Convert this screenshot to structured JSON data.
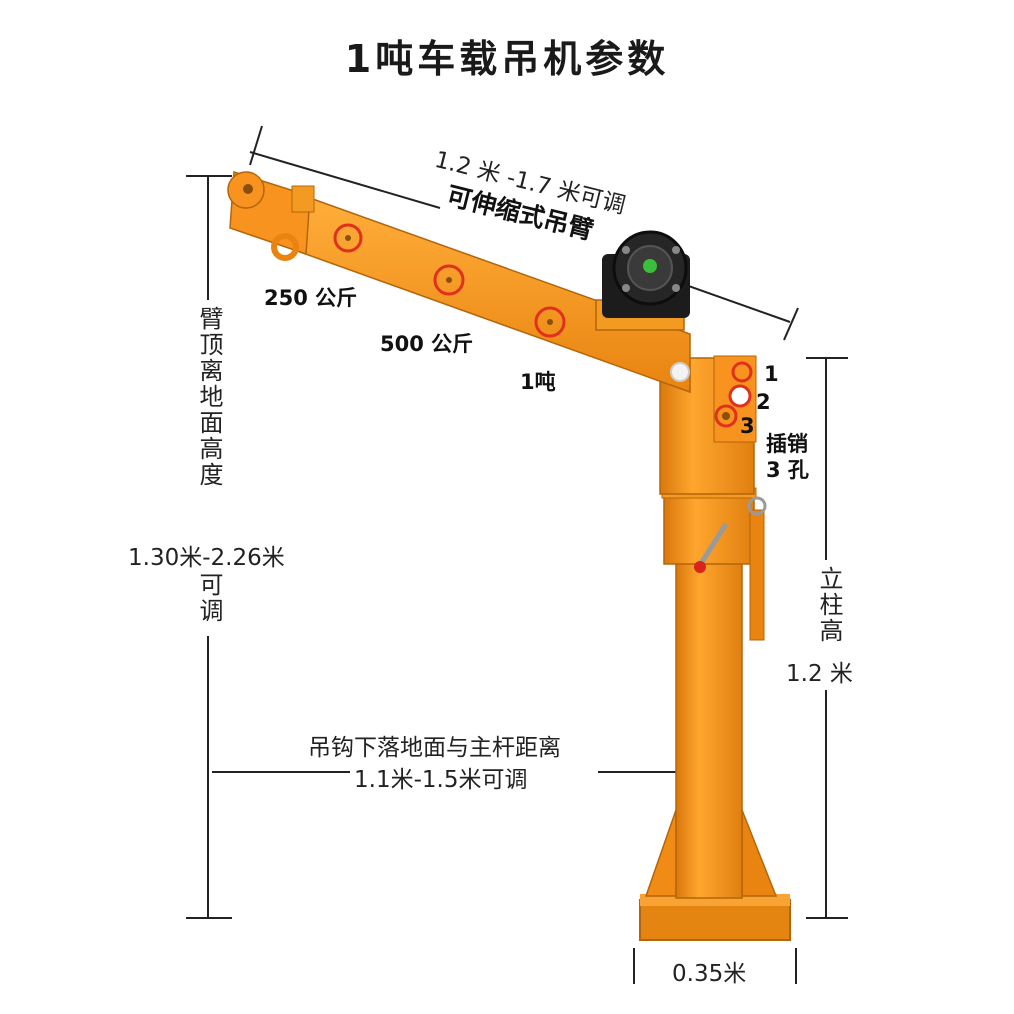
{
  "title": "1吨车载吊机参数",
  "boom": {
    "length_range": "1.2 米 -1.7 米可调",
    "description": "可伸缩式吊臂"
  },
  "loads": [
    {
      "label": "250 公斤"
    },
    {
      "label": "500 公斤"
    },
    {
      "label": "1吨"
    }
  ],
  "pin_holes": {
    "numbers": [
      "1",
      "2",
      "3"
    ],
    "label_line1": "插销",
    "label_line2": "3 孔"
  },
  "height": {
    "label": "臂顶离地面高度",
    "range": "1.30米-2.26米",
    "adjustable": "可调"
  },
  "column": {
    "label": "立柱高",
    "value": "1.2 米"
  },
  "hook_distance": {
    "label": "吊钩下落地面与主杆距离",
    "range": "1.1米-1.5米可调"
  },
  "base": {
    "width": "0.35米"
  },
  "colors": {
    "crane": "#f7931e",
    "crane_dark": "#c96f0c",
    "marker": "#e0301e",
    "winch": "#1c1c1c"
  }
}
